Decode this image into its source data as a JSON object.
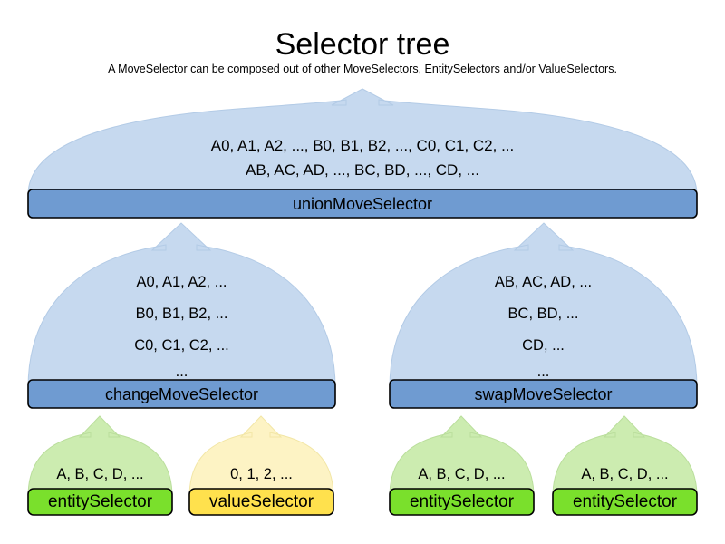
{
  "header": {
    "title": "Selector tree",
    "subtitle": "A MoveSelector can be composed out of other MoveSelectors, EntitySelectors and/or ValueSelectors."
  },
  "colors": {
    "move_bubble_fill": "#c6d9ef",
    "move_bubble_stroke": "#aac4e0",
    "move_bar_fill": "#6f9bd1",
    "move_bar_stroke": "#000000",
    "entity_bubble_fill": "#ccecb0",
    "entity_bubble_stroke": "#bade9c",
    "entity_bar_fill": "#7ae02c",
    "value_bubble_fill": "#fdf3c4",
    "value_bubble_stroke": "#f2e6a6",
    "value_bar_fill": "#ffe14d",
    "background": "#ffffff"
  },
  "nodes": {
    "union": {
      "label": "unionMoveSelector",
      "lines": [
        "A0, A1, A2, ..., B0, B1, B2, ..., C0, C1, C2, ...",
        "AB, AC, AD, ..., BC, BD, ..., CD, ..."
      ],
      "type": "move-selector"
    },
    "change": {
      "label": "changeMoveSelector",
      "lines": [
        "A0, A1, A2, ...",
        "B0, B1, B2, ...",
        "C0, C1, C2, ...",
        "..."
      ],
      "type": "move-selector"
    },
    "swap": {
      "label": "swapMoveSelector",
      "lines": [
        "AB, AC, AD, ...",
        "BC, BD, ...",
        "CD, ...",
        "..."
      ],
      "type": "move-selector"
    },
    "entity_change": {
      "label": "entitySelector",
      "lines": [
        "A, B, C, D, ..."
      ],
      "type": "entity-selector"
    },
    "value_change": {
      "label": "valueSelector",
      "lines": [
        "0, 1, 2, ..."
      ],
      "type": "value-selector"
    },
    "entity_swap_left": {
      "label": "entitySelector",
      "lines": [
        "A, B, C, D, ..."
      ],
      "type": "entity-selector"
    },
    "entity_swap_right": {
      "label": "entitySelector",
      "lines": [
        "A, B, C, D, ..."
      ],
      "type": "entity-selector"
    }
  }
}
